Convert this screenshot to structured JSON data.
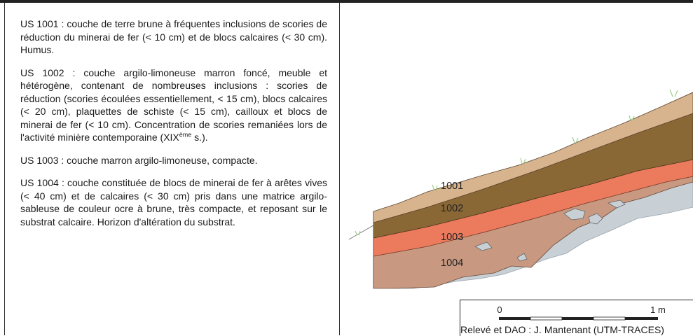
{
  "header": {
    "partial_text": "...",
    "colors": {
      "rule": "#222222"
    }
  },
  "layers": [
    {
      "id": "1001",
      "prefix": "US 1001 : ",
      "description": "couche de terre brune à fréquentes inclusions de scories de réduction du minerai de fer (< 10 cm) et de blocs calcaires (< 30 cm). Humus.",
      "label": "1001",
      "color": "#d8b48e"
    },
    {
      "id": "1002",
      "prefix": "US 1002 : ",
      "description_main": "couche argilo-limoneuse marron foncé, meuble et hétérogène, contenant de nombreuses inclusions : scories de réduction (scories écoulées essentiellement, < 15 cm), blocs calcaires (< 20 cm), plaquettes de schiste (< 15 cm), cailloux et blocs de minerai de fer (< 10 cm). Concentration de scories remaniées lors de l'activité minière contemporaine (XIX",
      "description_sup": "ème",
      "description_end": " s.).",
      "label": "1002",
      "color": "#8a6836"
    },
    {
      "id": "1003",
      "prefix": "US 1003 : ",
      "description": "couche marron argilo-limoneuse, compacte.",
      "label": "1003",
      "color": "#ec7b5e"
    },
    {
      "id": "1004",
      "prefix": "US 1004 : ",
      "description": "couche constituée de blocs de minerai de fer à arêtes vives (< 40 cm) et de calcaires (< 30 cm) pris dans une matrice argilo-sableuse de couleur ocre à brune, très compacte, et reposant sur le substrat calcaire. Horizon d'altération du substrat.",
      "label": "1004",
      "color": "#c99880"
    }
  ],
  "substrate_color": "#c8d0d6",
  "scale": {
    "start_label": "0",
    "end_label": "1 m",
    "credit": "Relevé et DAO : J. Mantenant (UTM-TRACES)"
  }
}
